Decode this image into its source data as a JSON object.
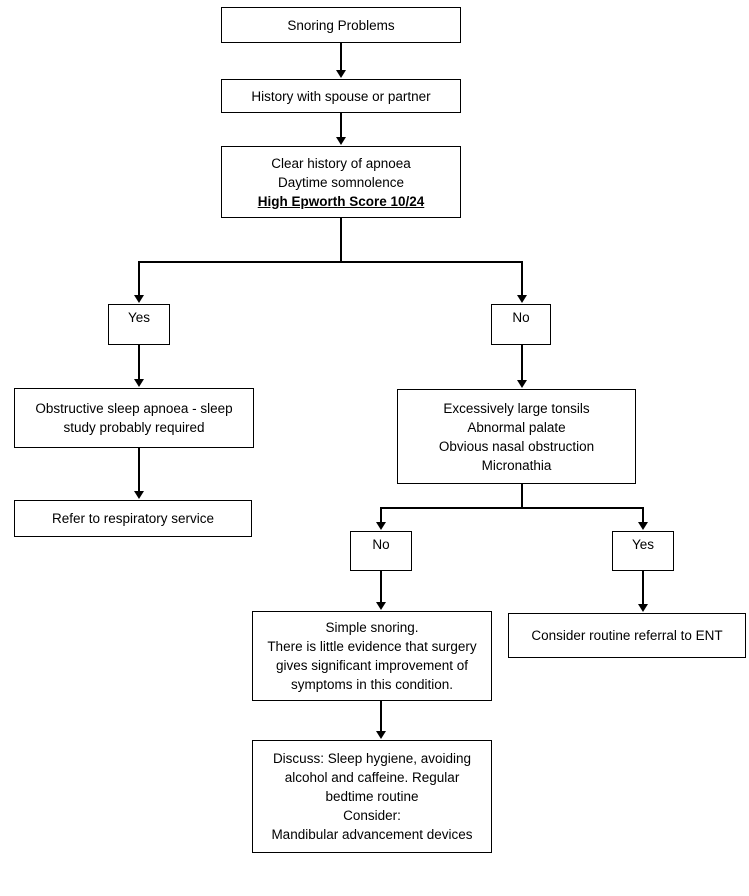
{
  "chart_data": {
    "type": "diagram",
    "title": "Snoring Problems clinical pathway flowchart",
    "orientation": "top-to-bottom",
    "node_count": 13,
    "edge_count": 12
  },
  "diagram": {
    "nodes": [
      {
        "id": "snoring-problems",
        "kind": "process",
        "lines": [
          {
            "text": "Snoring Problems",
            "emph": false
          }
        ]
      },
      {
        "id": "history-spouse",
        "kind": "process",
        "lines": [
          {
            "text": "History with spouse or partner",
            "emph": false
          }
        ]
      },
      {
        "id": "clear-history-apnoea",
        "kind": "process",
        "lines": [
          {
            "text": "Clear history of apnoea",
            "emph": false
          },
          {
            "text": "Daytime somnolence",
            "emph": false
          },
          {
            "text": "High Epworth Score 10/24",
            "emph": true
          }
        ]
      },
      {
        "id": "decision-yes-1",
        "kind": "decision",
        "lines": [
          {
            "text": "Yes",
            "emph": false
          }
        ]
      },
      {
        "id": "decision-no-1",
        "kind": "decision",
        "lines": [
          {
            "text": "No",
            "emph": false
          }
        ]
      },
      {
        "id": "obstructive-sleep-apnoea",
        "kind": "process",
        "lines": [
          {
            "text": "Obstructive sleep apnoea - sleep",
            "emph": false
          },
          {
            "text": "study probably required",
            "emph": false
          }
        ]
      },
      {
        "id": "refer-respiratory",
        "kind": "process",
        "lines": [
          {
            "text": "Refer to respiratory service",
            "emph": false
          }
        ]
      },
      {
        "id": "examination-findings",
        "kind": "process",
        "lines": [
          {
            "text": "Excessively large tonsils",
            "emph": false
          },
          {
            "text": "Abnormal palate",
            "emph": false
          },
          {
            "text": "Obvious nasal obstruction",
            "emph": false
          },
          {
            "text": "Micronathia",
            "emph": false
          }
        ]
      },
      {
        "id": "decision-no-2",
        "kind": "decision",
        "lines": [
          {
            "text": "No",
            "emph": false
          }
        ]
      },
      {
        "id": "decision-yes-2",
        "kind": "decision",
        "lines": [
          {
            "text": "Yes",
            "emph": false
          }
        ]
      },
      {
        "id": "simple-snoring",
        "kind": "process",
        "lines": [
          {
            "text": "Simple snoring.",
            "emph": false
          },
          {
            "text": "There  is little evidence that surgery",
            "emph": false
          },
          {
            "text": "gives significant improvement of",
            "emph": false
          },
          {
            "text": "symptoms in this condition.",
            "emph": false
          }
        ]
      },
      {
        "id": "refer-ent",
        "kind": "process",
        "lines": [
          {
            "text": "Consider routine referral to ENT",
            "emph": false
          }
        ]
      },
      {
        "id": "discuss-lifestyle",
        "kind": "process",
        "lines": [
          {
            "text": "Discuss: Sleep hygiene, avoiding",
            "emph": false
          },
          {
            "text": "alcohol and caffeine. Regular",
            "emph": false
          },
          {
            "text": "bedtime routine",
            "emph": false
          },
          {
            "text": "Consider:",
            "emph": false
          },
          {
            "text": "Mandibular advancement devices",
            "emph": false
          }
        ]
      }
    ]
  },
  "colors": {
    "background": "#ffffff",
    "stroke": "#000000",
    "text": "#000000"
  }
}
